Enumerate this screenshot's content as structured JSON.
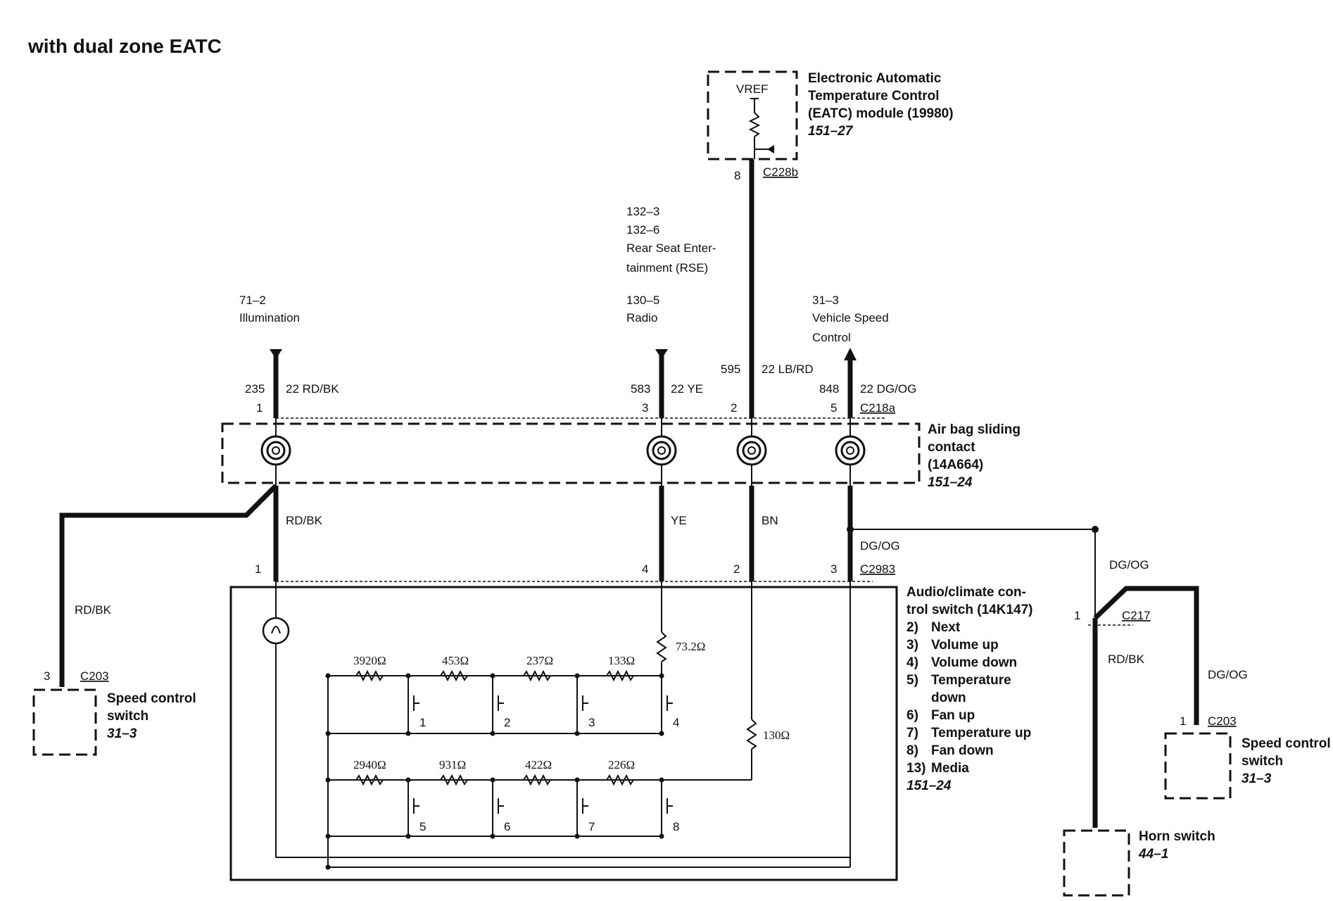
{
  "title": "with dual zone EATC",
  "eatc_module": {
    "vref": "VREF",
    "lines": [
      "Electronic Automatic",
      "Temperature Control",
      "(EATC) module (19980)"
    ],
    "ref": "151–27",
    "pin": "8",
    "connector": "C228b"
  },
  "upper_refs": {
    "illumination": {
      "ref": "71–2",
      "label": "Illumination"
    },
    "rse": {
      "ref1": "132–3",
      "ref2": "132–6",
      "line1": "Rear Seat Enter-",
      "line2": "tainment (RSE)"
    },
    "radio": {
      "ref": "130–5",
      "label": "Radio"
    },
    "vsc": {
      "ref": "31–3",
      "line1": "Vehicle Speed",
      "line2": "Control"
    }
  },
  "wires_top": [
    {
      "circuit": "235",
      "spec": "22 RD/BK",
      "pin": "1"
    },
    {
      "circuit": "583",
      "spec": "22 YE",
      "pin": "3"
    },
    {
      "circuit": "595",
      "spec": "22 LB/RD",
      "pin": "2"
    },
    {
      "circuit": "848",
      "spec": "22 DG/OG",
      "pin": "5"
    }
  ],
  "c218a": "C218a",
  "airbag": {
    "lines": [
      "Air bag sliding",
      "contact",
      "(14A664)"
    ],
    "ref": "151–24"
  },
  "wires_mid": [
    {
      "color": "RD/BK",
      "pin": "1"
    },
    {
      "color": "YE",
      "pin": "4"
    },
    {
      "color": "BN",
      "pin": "2"
    },
    {
      "color": "DG/OG",
      "pin": "3"
    }
  ],
  "c2983": "C2983",
  "switch": {
    "lines": [
      "Audio/climate con-",
      "trol switch (14K147)"
    ],
    "functions": [
      {
        "num": "2)",
        "label": "Next"
      },
      {
        "num": "3)",
        "label": "Volume up"
      },
      {
        "num": "4)",
        "label": "Volume down"
      },
      {
        "num": "5)",
        "label": "Temperature"
      },
      {
        "num": "",
        "label": "down"
      },
      {
        "num": "6)",
        "label": "Fan up"
      },
      {
        "num": "7)",
        "label": "Temperature up"
      },
      {
        "num": "8)",
        "label": "Fan down"
      },
      {
        "num": "13)",
        "label": "Media"
      }
    ],
    "ref": "151–24"
  },
  "resistors": {
    "r_top": "73.2Ω",
    "r_mid": "130Ω",
    "row1": [
      "3920Ω",
      "453Ω",
      "237Ω",
      "133Ω"
    ],
    "row2": [
      "2940Ω",
      "931Ω",
      "422Ω",
      "226Ω"
    ],
    "switches_row1": [
      "1",
      "2",
      "3",
      "4"
    ],
    "switches_row2": [
      "5",
      "6",
      "7",
      "8"
    ]
  },
  "left_speed_control": {
    "wire": "RD/BK",
    "pin": "3",
    "connector": "C203",
    "lines": [
      "Speed control",
      "switch"
    ],
    "ref": "31–3"
  },
  "right_side": {
    "wire_top": "DG/OG",
    "pin": "1",
    "connector": "C217",
    "wire_left": "RD/BK",
    "wire_right": "DG/OG",
    "sc_pin": "1",
    "sc_connector": "C203",
    "sc_lines": [
      "Speed control",
      "switch"
    ],
    "sc_ref": "31–3",
    "horn_label": "Horn switch",
    "horn_ref": "44–1"
  }
}
